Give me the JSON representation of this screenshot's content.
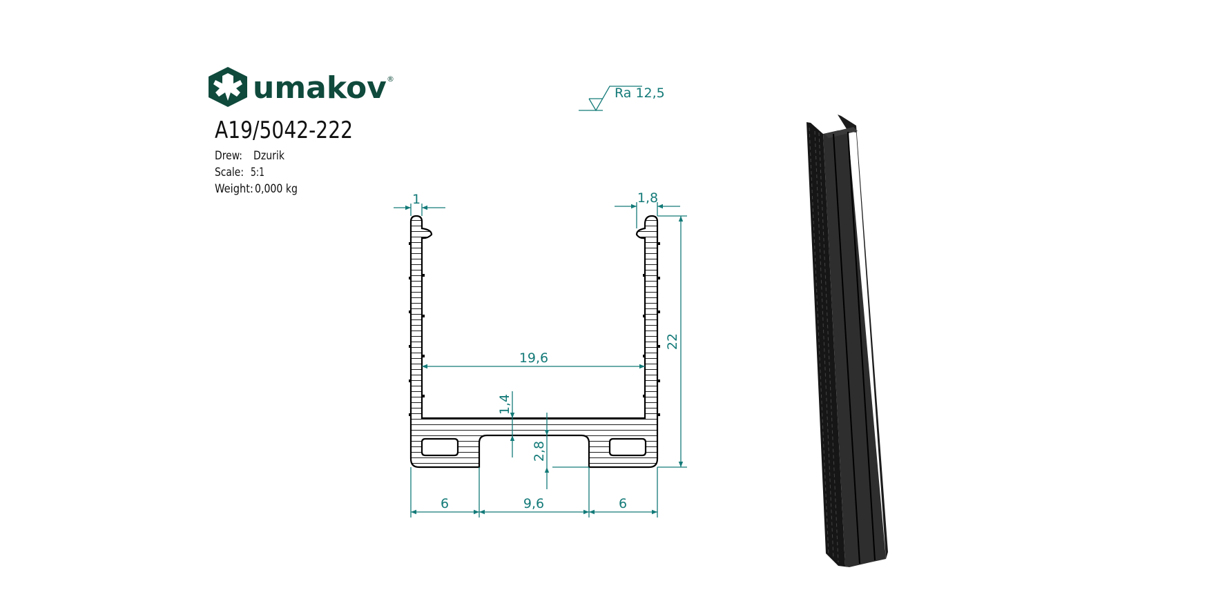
{
  "logo": {
    "brand": "umakov",
    "registered": "®",
    "color": "#0f4a3c"
  },
  "title_block": {
    "part_number": "A19/5042-222",
    "drew_label": "Drew:",
    "drew_value": "Dzurik",
    "scale_label": "Scale:",
    "scale_value": "5:1",
    "weight_label": "Weight:",
    "weight_value": "0,000 kg"
  },
  "surface_finish": {
    "text": "Ra 12,5"
  },
  "dimensions": {
    "lip_left": "1",
    "lip_right": "1,8",
    "inner_width": "19,6",
    "height": "22",
    "floor_thickness": "1,4",
    "slot_depth": "2,8",
    "bottom_left": "6",
    "bottom_center": "9,6",
    "bottom_right": "6"
  },
  "colors": {
    "dimension": "#137a78",
    "outline": "#000000",
    "model": "#2b2b2b"
  }
}
